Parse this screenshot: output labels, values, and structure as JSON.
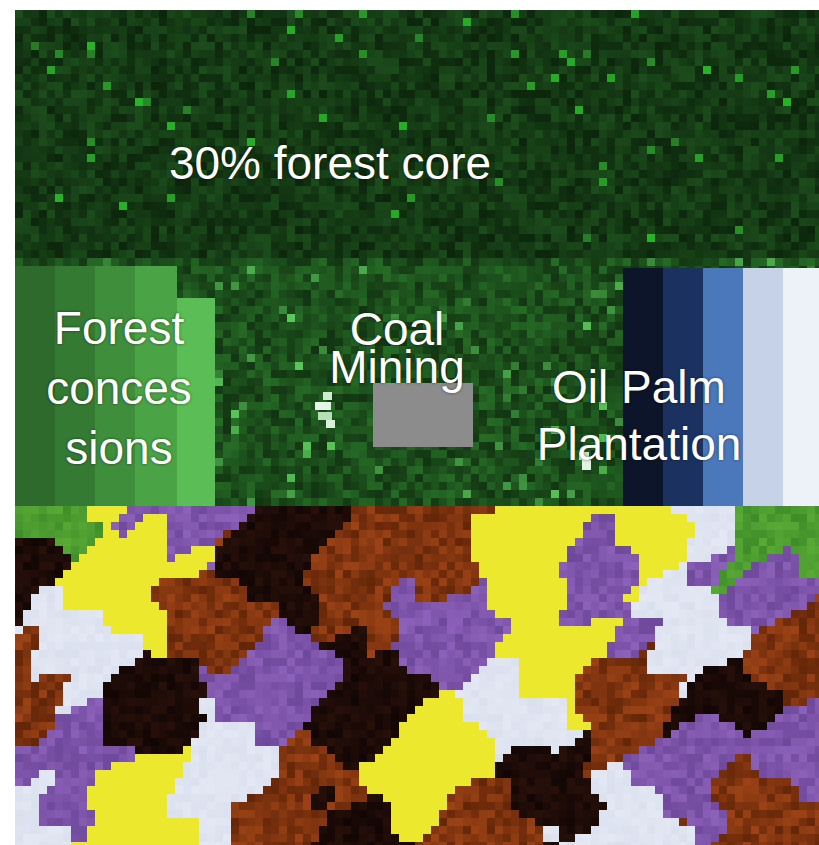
{
  "diagram": {
    "labels": [
      "30% forest core",
      "Forest conces sions",
      "Coal Mining",
      "Oil Palm Plantation"
    ]
  }
}
